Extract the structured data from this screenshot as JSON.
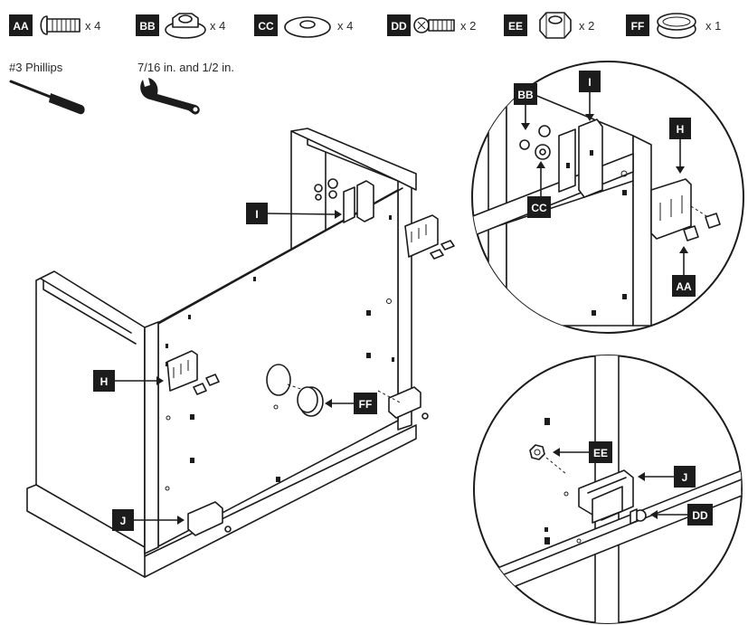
{
  "parts": [
    {
      "code": "AA",
      "qty": "x 4",
      "icon": "carriage-bolt-icon"
    },
    {
      "code": "BB",
      "qty": "x 4",
      "icon": "flange-nut-icon"
    },
    {
      "code": "CC",
      "qty": "x 4",
      "icon": "washer-icon"
    },
    {
      "code": "DD",
      "qty": "x 2",
      "icon": "phillips-screw-icon"
    },
    {
      "code": "EE",
      "qty": "x 2",
      "icon": "hex-nut-icon"
    },
    {
      "code": "FF",
      "qty": "x 1",
      "icon": "grommet-icon"
    }
  ],
  "tools": [
    {
      "label": "#3 Phillips",
      "icon": "screwdriver-icon"
    },
    {
      "label": "7/16 in. and 1/2 in.",
      "icon": "wrench-icon"
    }
  ],
  "callouts": {
    "main_I": "I",
    "main_H": "H",
    "main_FF": "FF",
    "main_J": "J",
    "zoom1_BB": "BB",
    "zoom1_I": "I",
    "zoom1_H": "H",
    "zoom1_CC": "CC",
    "zoom1_AA": "AA",
    "zoom2_EE": "EE",
    "zoom2_J": "J",
    "zoom2_DD": "DD"
  },
  "colors": {
    "ink": "#1c1c1c",
    "badge": "#1c1c1c",
    "paper": "#ffffff"
  }
}
